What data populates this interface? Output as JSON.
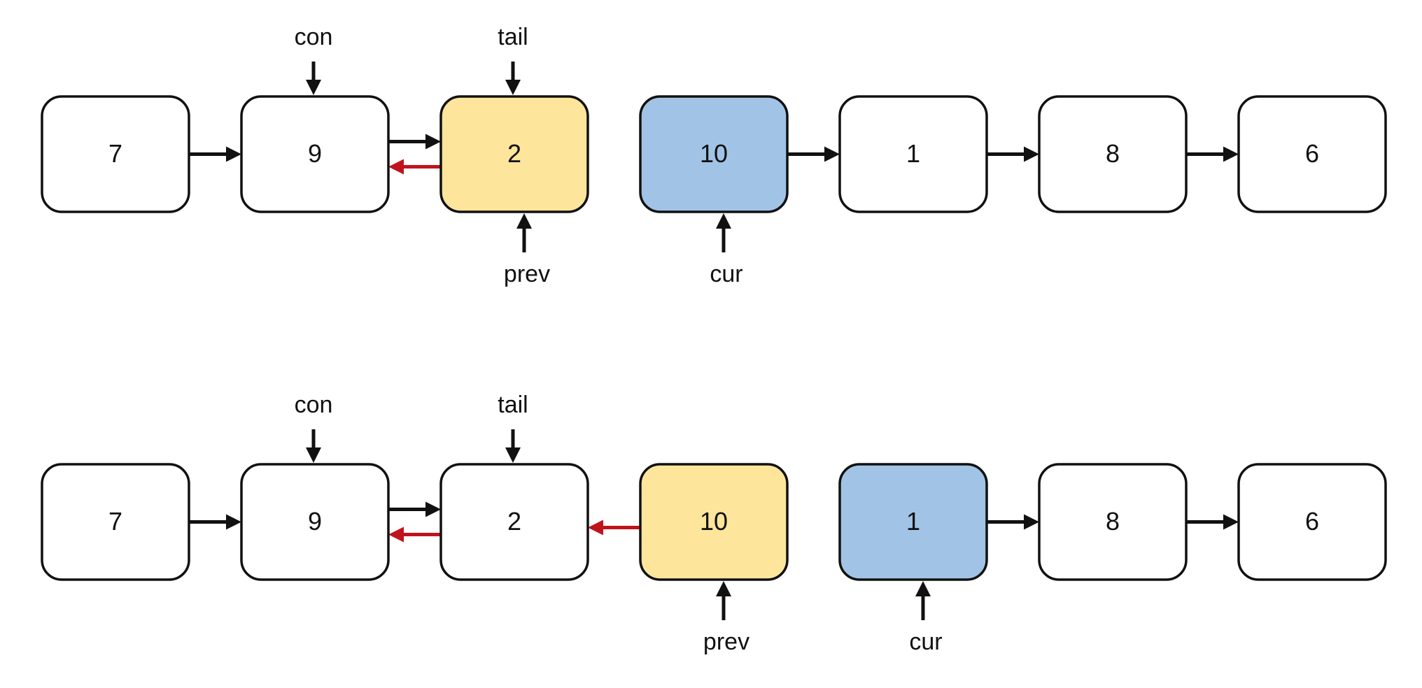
{
  "colors": {
    "default_fill": "#ffffff",
    "prev_fill": "#fde59c",
    "cur_fill": "#a1c4e6",
    "outline": "#111111",
    "next_link": "#111111",
    "reversed_link": "#c0141c"
  },
  "states": [
    {
      "nodes": [
        {
          "value": "7",
          "fill": "default"
        },
        {
          "value": "9",
          "fill": "default"
        },
        {
          "value": "2",
          "fill": "prev"
        },
        {
          "value": "10",
          "fill": "cur"
        },
        {
          "value": "1",
          "fill": "default"
        },
        {
          "value": "8",
          "fill": "default"
        },
        {
          "value": "6",
          "fill": "default"
        }
      ],
      "next_links": [
        [
          0,
          1
        ],
        [
          1,
          2
        ],
        [
          3,
          4
        ],
        [
          4,
          5
        ],
        [
          5,
          6
        ]
      ],
      "reversed_links": [
        [
          2,
          1
        ]
      ],
      "pointers": [
        {
          "label": "con",
          "node": 1,
          "side": "top"
        },
        {
          "label": "tail",
          "node": 2,
          "side": "top"
        },
        {
          "label": "prev",
          "node": 2,
          "side": "bottom"
        },
        {
          "label": "cur",
          "node": 3,
          "side": "bottom"
        }
      ]
    },
    {
      "nodes": [
        {
          "value": "7",
          "fill": "default"
        },
        {
          "value": "9",
          "fill": "default"
        },
        {
          "value": "2",
          "fill": "default"
        },
        {
          "value": "10",
          "fill": "prev"
        },
        {
          "value": "1",
          "fill": "cur"
        },
        {
          "value": "8",
          "fill": "default"
        },
        {
          "value": "6",
          "fill": "default"
        }
      ],
      "next_links": [
        [
          0,
          1
        ],
        [
          1,
          2
        ],
        [
          4,
          5
        ],
        [
          5,
          6
        ]
      ],
      "reversed_links": [
        [
          2,
          1
        ],
        [
          3,
          2
        ]
      ],
      "pointers": [
        {
          "label": "con",
          "node": 1,
          "side": "top"
        },
        {
          "label": "tail",
          "node": 2,
          "side": "top"
        },
        {
          "label": "prev",
          "node": 3,
          "side": "bottom"
        },
        {
          "label": "cur",
          "node": 4,
          "side": "bottom"
        }
      ]
    }
  ]
}
